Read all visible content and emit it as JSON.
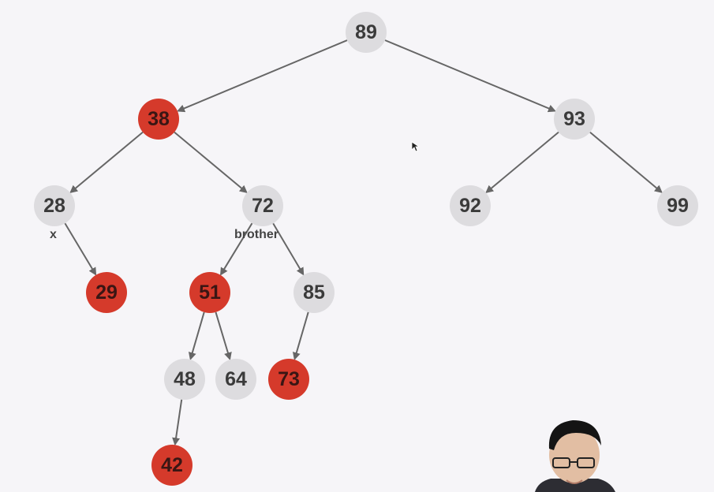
{
  "tree": {
    "nodes": [
      {
        "id": "n89",
        "value": "89",
        "color": "black"
      },
      {
        "id": "n38",
        "value": "38",
        "color": "red"
      },
      {
        "id": "n93",
        "value": "93",
        "color": "black"
      },
      {
        "id": "n28",
        "value": "28",
        "color": "black"
      },
      {
        "id": "n72",
        "value": "72",
        "color": "black"
      },
      {
        "id": "n92",
        "value": "92",
        "color": "black"
      },
      {
        "id": "n99",
        "value": "99",
        "color": "black"
      },
      {
        "id": "n29",
        "value": "29",
        "color": "red"
      },
      {
        "id": "n51",
        "value": "51",
        "color": "red"
      },
      {
        "id": "n85",
        "value": "85",
        "color": "black"
      },
      {
        "id": "n48",
        "value": "48",
        "color": "black"
      },
      {
        "id": "n64",
        "value": "64",
        "color": "black"
      },
      {
        "id": "n73",
        "value": "73",
        "color": "red"
      },
      {
        "id": "n42",
        "value": "42",
        "color": "red"
      }
    ],
    "edges": [
      [
        "n89",
        "n38"
      ],
      [
        "n89",
        "n93"
      ],
      [
        "n38",
        "n28"
      ],
      [
        "n38",
        "n72"
      ],
      [
        "n93",
        "n92"
      ],
      [
        "n93",
        "n99"
      ],
      [
        "n28",
        "n29"
      ],
      [
        "n72",
        "n51"
      ],
      [
        "n72",
        "n85"
      ],
      [
        "n51",
        "n48"
      ],
      [
        "n51",
        "n64"
      ],
      [
        "n85",
        "n73"
      ],
      [
        "n48",
        "n42"
      ]
    ]
  },
  "labels": {
    "x": "x",
    "brother": "brother"
  },
  "colors": {
    "red_node": "#d53a2b",
    "black_node": "#dddcdf",
    "edge": "#666666",
    "background": "#f6f5f8"
  }
}
